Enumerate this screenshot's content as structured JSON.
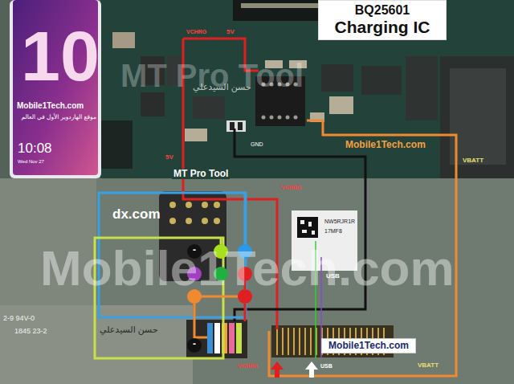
{
  "diagram": {
    "nodes": [
      {
        "text": [
          "BQ25601",
          "Charging IC"
        ]
      },
      {
        "text": [
          "Mobile1Tech.com"
        ]
      }
    ],
    "labels": [
      "10",
      "Mobile1Tech.com",
      "موقع الهاردوير الأول في العالم",
      "10:08",
      "Wed Nov 27",
      "MT Pro Tool",
      "VCHRG",
      "5V",
      "حسن السيدعلي",
      "GND",
      "Mobile1Tech.com",
      "5V",
      "VBATT",
      "MT Pro Tool",
      "VCHRG",
      "dx.com",
      "Mobile1Tech.com",
      "NW5RJR1R",
      "17MF8",
      "-",
      "USB",
      "2-9 94V-0",
      "1845 23-2",
      "حسن السيدعلي",
      "-",
      "VCHRG",
      "USB",
      "VBATT"
    ]
  }
}
